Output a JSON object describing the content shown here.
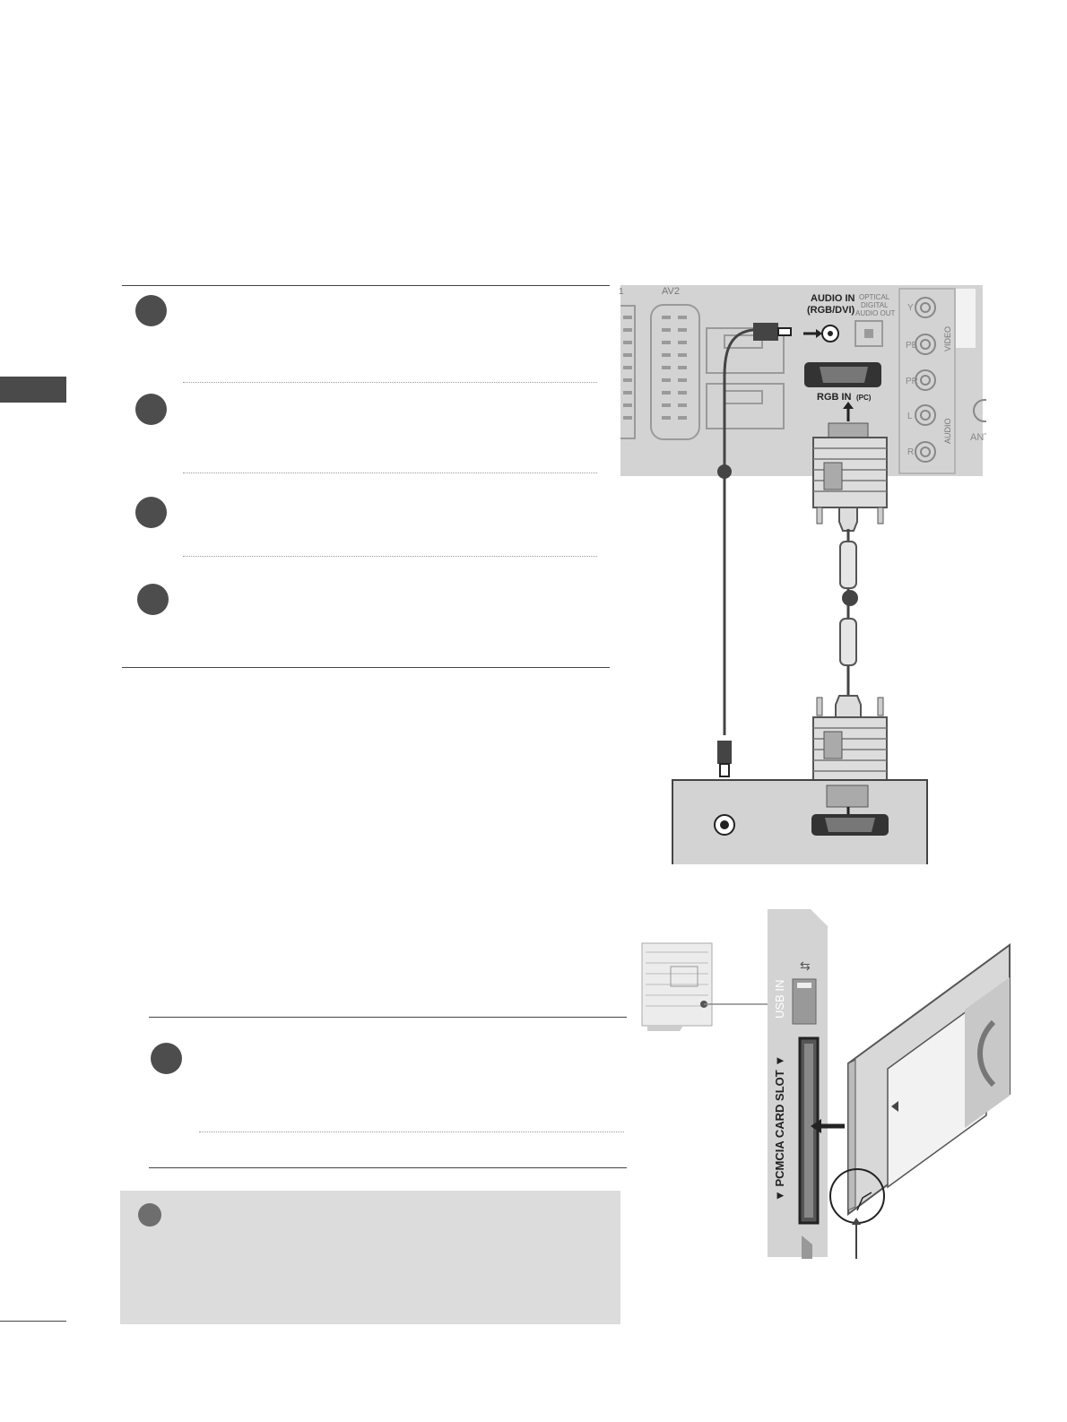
{
  "rgb_diagram": {
    "av2_label": "AV2",
    "audio_in_label": "AUDIO IN\n(RGB/DVI)",
    "optical_label": "OPTICAL\nDIGITAL\nAUDIO OUT",
    "rgb_in_label": "RGB IN (PC)",
    "component_labels": [
      "Y",
      "PB",
      "PR",
      "L",
      "R"
    ],
    "video_label": "VIDEO",
    "audio_label": "AUDIO",
    "antenna_label": "ANTE"
  },
  "pcmcia_diagram": {
    "usb_label": "USB IN",
    "slot_label": "▼ PCMCIA CARD SLOT ▼"
  }
}
